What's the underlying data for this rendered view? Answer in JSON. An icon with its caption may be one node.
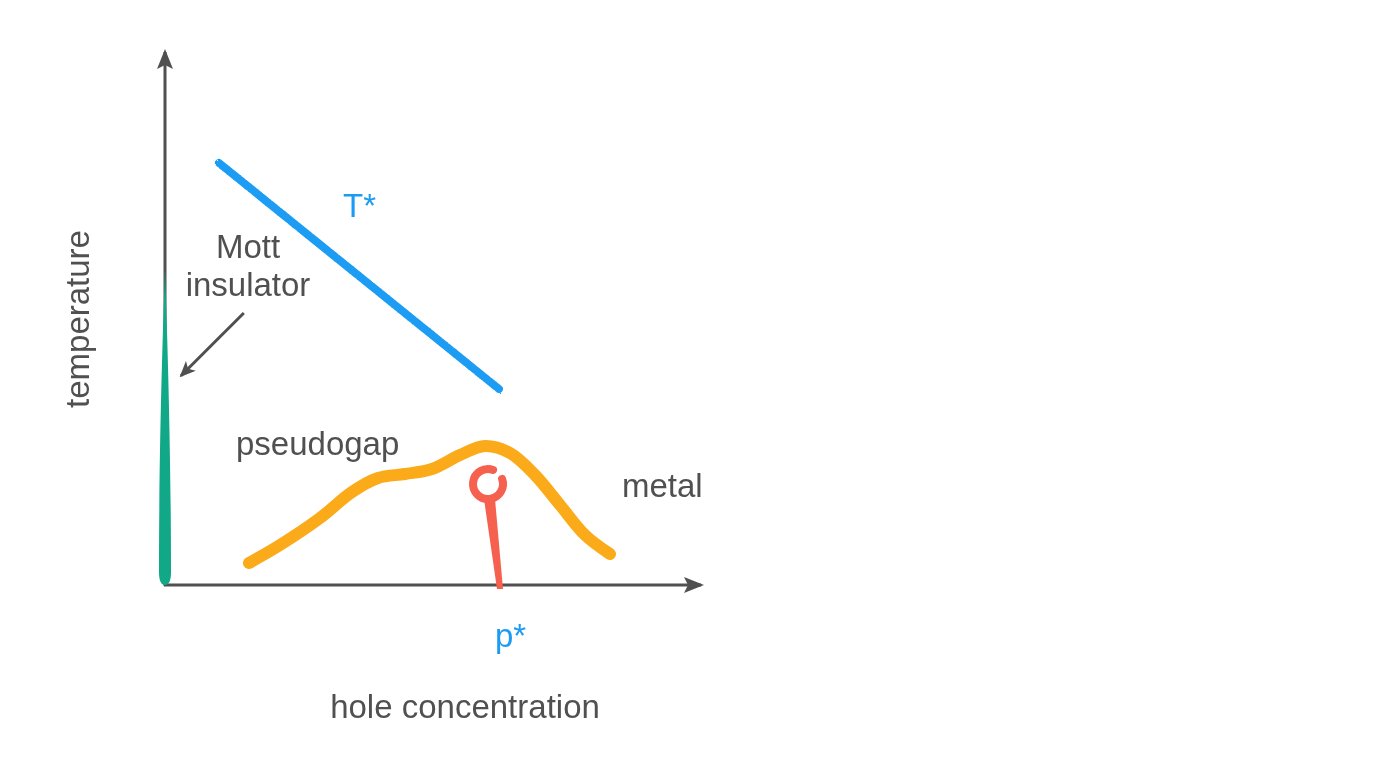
{
  "diagram": {
    "nodes": [
      {
        "text": [
          "Mott insulator"
        ]
      },
      {
        "text": [],
        "shape": "bar"
      }
    ],
    "edges": [
      {
        "from": 0,
        "to": 1,
        "arrow": "to"
      }
    ],
    "labels": [
      "T*",
      "temperature",
      "pseudogap",
      "metal",
      "p*",
      "hole concentration"
    ]
  }
}
